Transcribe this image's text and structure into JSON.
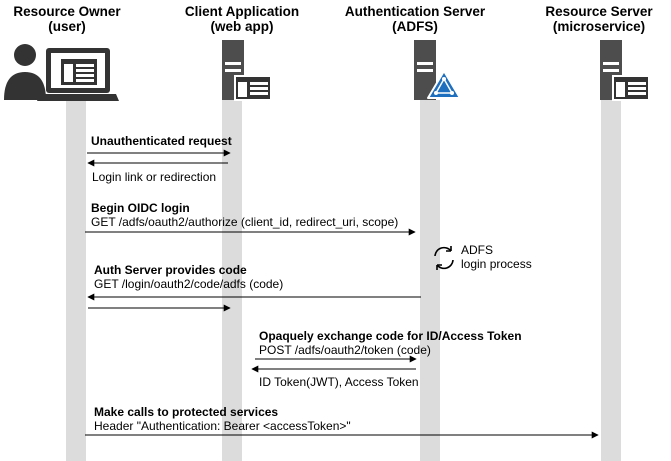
{
  "participants": [
    {
      "title": "Resource Owner",
      "subtitle": "(user)",
      "icon": "user-laptop-icon"
    },
    {
      "title": "Client Application",
      "subtitle": "(web app)",
      "icon": "server-icon"
    },
    {
      "title": "Authentication Server",
      "subtitle": "(ADFS)",
      "icon": "server-adfs-icon"
    },
    {
      "title": "Resource Server",
      "subtitle": "(microservice)",
      "icon": "server-icon"
    }
  ],
  "messages": [
    {
      "label": "Unauthenticated request",
      "detail": ""
    },
    {
      "label": "",
      "detail": "Login link or redirection"
    },
    {
      "label": "Begin OIDC login",
      "detail": "GET /adfs/oauth2/authorize (client_id, redirect_uri, scope)"
    },
    {
      "label": "Auth Server provides code",
      "detail": "GET /login/oauth2/code/adfs (code)"
    },
    {
      "label": "Opaquely exchange code for ID/Access Token",
      "detail": "POST /adfs/oauth2/token (code)"
    },
    {
      "label": "",
      "detail": "ID Token(JWT), Access Token"
    },
    {
      "label": "Make calls to protected services",
      "detail": "Header \"Authentication: Bearer <accessToken>\""
    }
  ],
  "process": {
    "line1": "ADFS",
    "line2": "login process",
    "icon": "refresh-cycle-icon"
  },
  "colors": {
    "lifeline": "#dcdcdc",
    "icon_dark": "#333333",
    "icon_grey": "#4d4d4d",
    "adfs_blue": "#1f6fbf"
  }
}
